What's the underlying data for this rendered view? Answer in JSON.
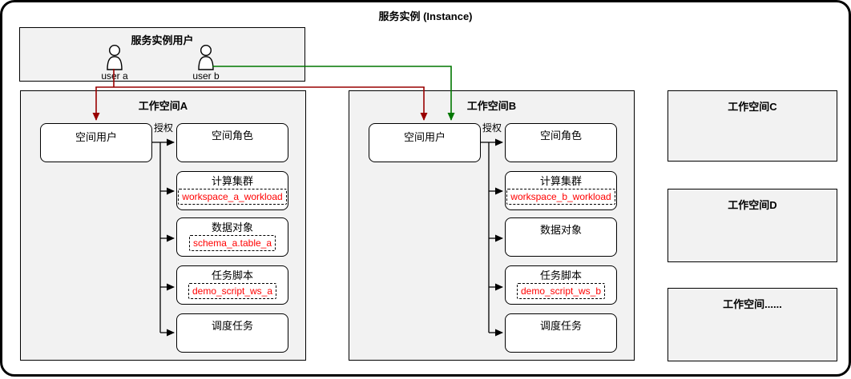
{
  "diagram_title": "服务实例 (Instance)",
  "instance_users": {
    "title": "服务实例用户",
    "users": [
      {
        "label": "user a"
      },
      {
        "label": "user b"
      }
    ]
  },
  "workspaces": [
    {
      "title": "工作空间A",
      "user_box_label": "空间用户",
      "auth_label": "授权",
      "items": [
        {
          "label": "空间角色"
        },
        {
          "label": "计算集群",
          "code": "workspace_a_workload"
        },
        {
          "label": "数据对象",
          "code": "schema_a.table_a"
        },
        {
          "label": "任务脚本",
          "code": "demo_script_ws_a"
        },
        {
          "label": "调度任务"
        }
      ]
    },
    {
      "title": "工作空间B",
      "user_box_label": "空间用户",
      "auth_label": "授权",
      "items": [
        {
          "label": "空间角色"
        },
        {
          "label": "计算集群",
          "code": "workspace_b_workload"
        },
        {
          "label": "数据对象"
        },
        {
          "label": "任务脚本",
          "code": "demo_script_ws_b"
        },
        {
          "label": "调度任务"
        }
      ]
    }
  ],
  "other_workspaces": [
    {
      "title": "工作空间C"
    },
    {
      "title": "工作空间D"
    },
    {
      "title": "工作空间......"
    }
  ],
  "connections": [
    {
      "from": "user a",
      "to": "工作空间A 空间用户",
      "color": "#990000"
    },
    {
      "from": "user a",
      "to": "工作空间B 空间用户",
      "color": "#990000"
    },
    {
      "from": "user b",
      "to": "工作空间B 空间用户",
      "color": "#007700"
    }
  ],
  "colors": {
    "container_fill": "#f2f2f2",
    "card_fill": "#ffffff",
    "border": "#000000",
    "code_text": "#ff0000",
    "user_a_arrow": "#990000",
    "user_b_arrow": "#007700"
  }
}
